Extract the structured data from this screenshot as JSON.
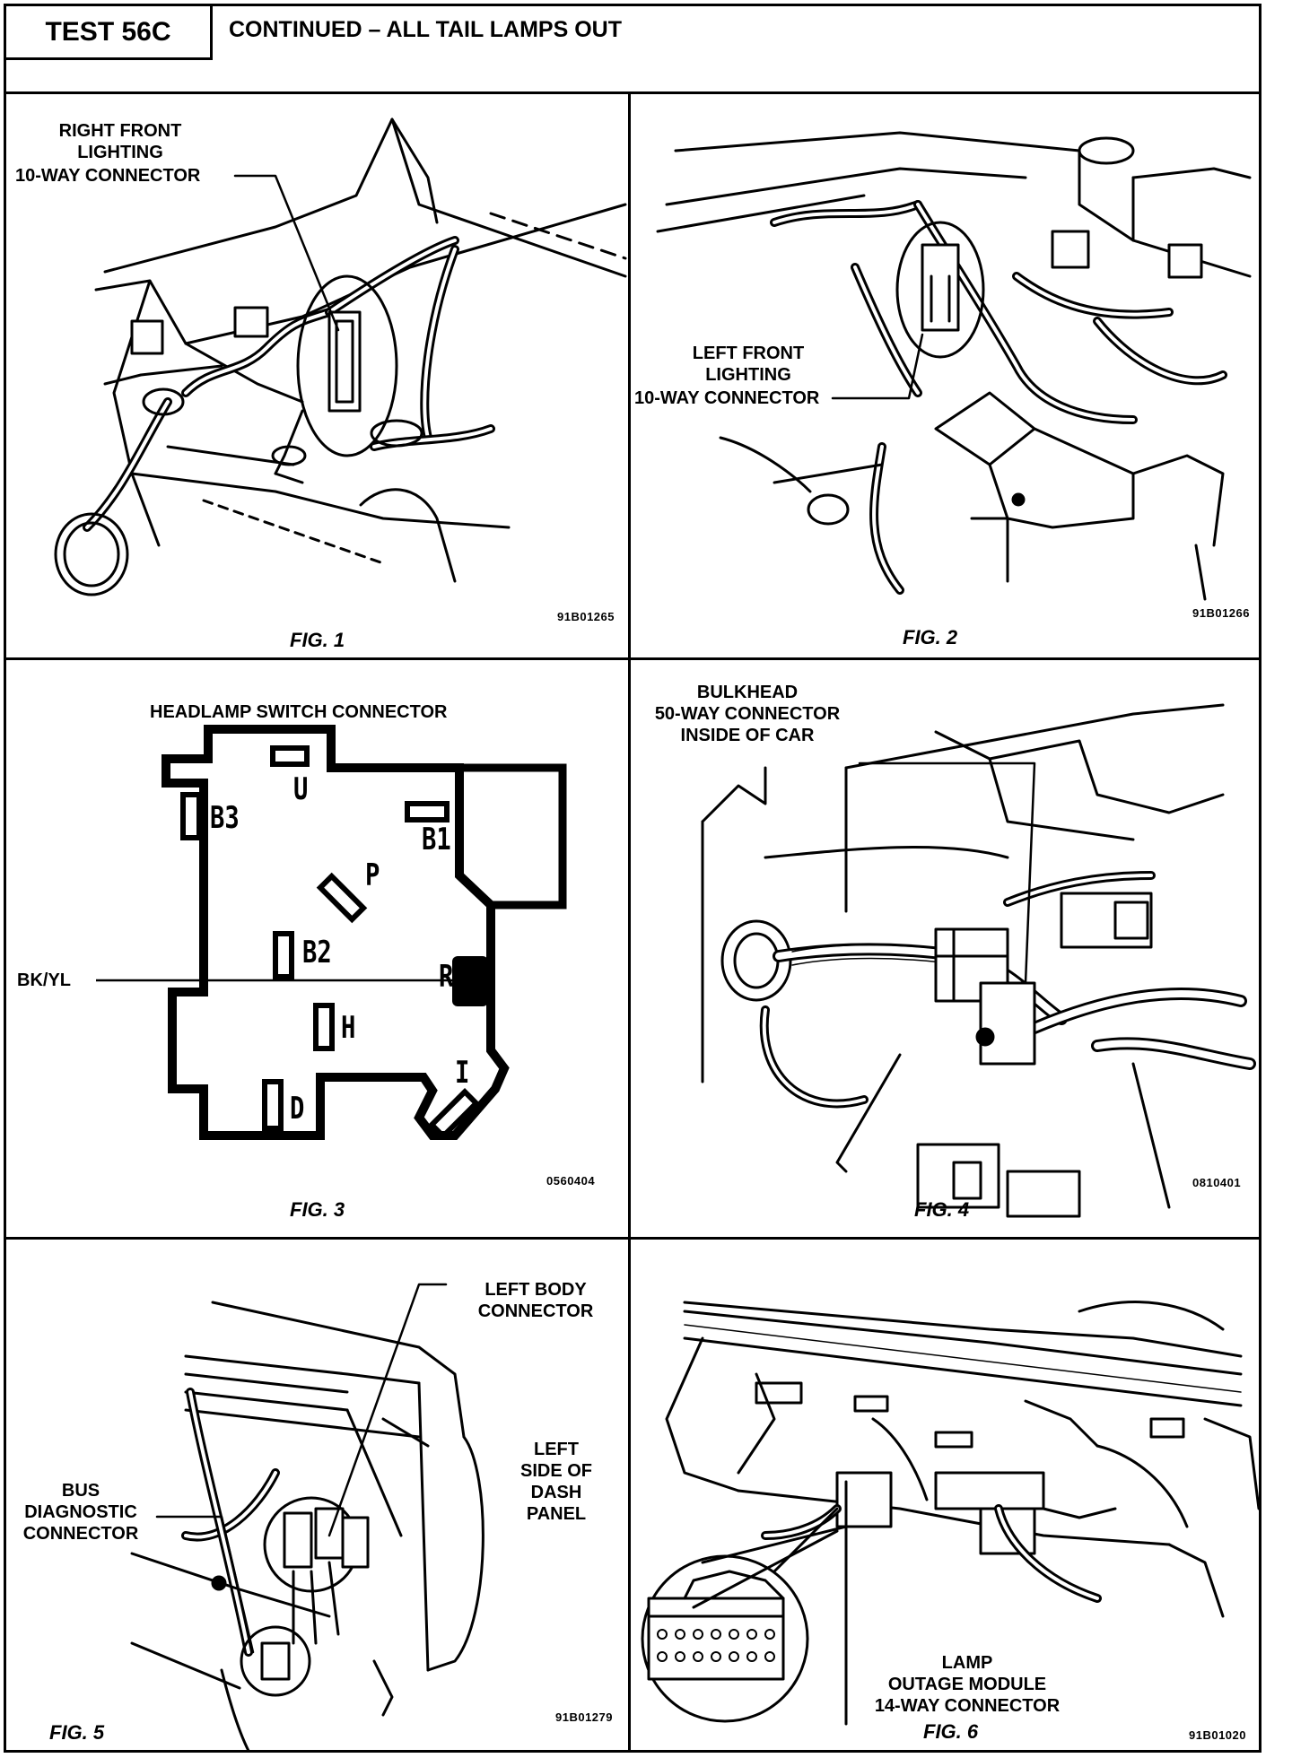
{
  "header": {
    "test_id": "TEST 56C",
    "title": "CONTINUED – ALL TAIL LAMPS OUT"
  },
  "figures": [
    {
      "fig_label": "FIG. 1",
      "code": "91B01265",
      "callouts": [
        "RIGHT FRONT",
        "LIGHTING",
        "10-WAY CONNECTOR"
      ]
    },
    {
      "fig_label": "FIG. 2",
      "code": "91B01266",
      "callouts": [
        "LEFT FRONT",
        "LIGHTING",
        "10-WAY CONNECTOR"
      ]
    },
    {
      "fig_label": "FIG. 3",
      "code": "0560404",
      "title": "HEADLAMP SWITCH CONNECTOR",
      "wire_label": "BK/YL",
      "pins": [
        "U",
        "B3",
        "B1",
        "P",
        "B2",
        "R",
        "H",
        "I",
        "D"
      ]
    },
    {
      "fig_label": "FIG. 4",
      "code": "0810401",
      "callouts": [
        "BULKHEAD",
        "50-WAY CONNECTOR",
        "INSIDE OF CAR"
      ]
    },
    {
      "fig_label": "FIG. 5",
      "code": "91B01279",
      "callouts": [
        "LEFT BODY",
        "CONNECTOR"
      ],
      "callouts2": [
        "BUS",
        "DIAGNOSTIC",
        "CONNECTOR"
      ],
      "callouts3": [
        "LEFT",
        "SIDE OF",
        "DASH",
        "PANEL"
      ]
    },
    {
      "fig_label": "FIG. 6",
      "code": "91B01020",
      "callouts": [
        "LAMP",
        "OUTAGE MODULE",
        "14-WAY CONNECTOR"
      ]
    }
  ]
}
